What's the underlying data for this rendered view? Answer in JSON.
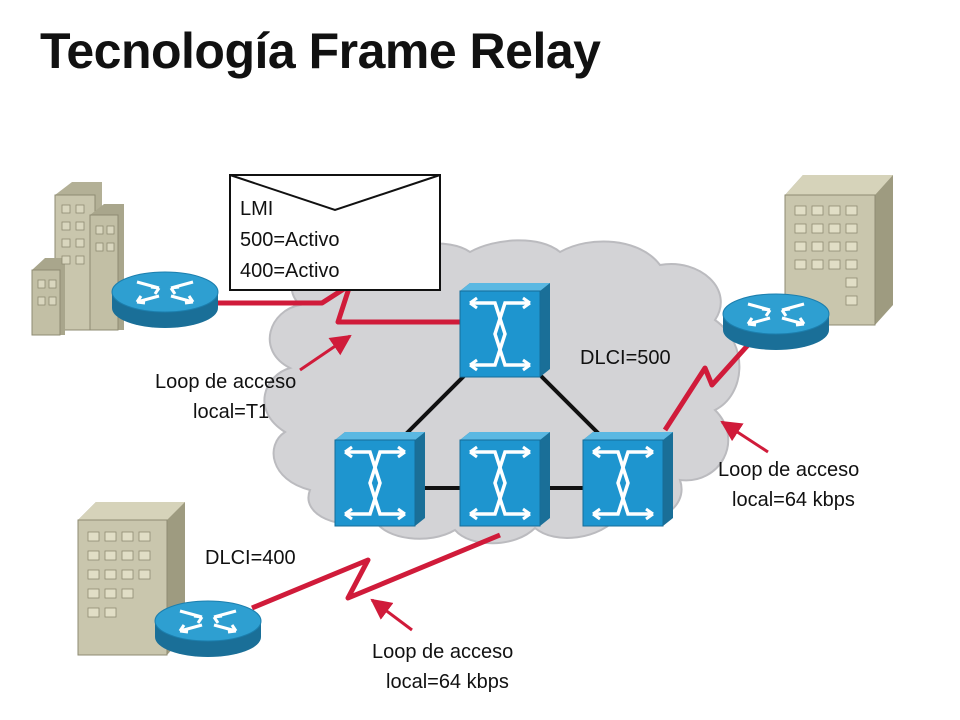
{
  "title": "Tecnología Frame Relay",
  "lmi": {
    "header": "LMI",
    "status": [
      "500=Activo",
      "400=Activo"
    ]
  },
  "dlci": {
    "right": "DLCI=500",
    "bottom": "DLCI=400"
  },
  "access_loops": {
    "top_left": {
      "line1": "Loop de acceso",
      "line2": "local=T1"
    },
    "right": {
      "line1": "Loop de acceso",
      "line2": "local=64 kbps"
    },
    "bottom": {
      "line1": "Loop de acceso",
      "line2": "local=64 kbps"
    }
  },
  "colors": {
    "link": "#d01b3a",
    "router": "#2e9fd1",
    "switch": "#1e95cf",
    "cloud": "#d3d3d6",
    "building": "#c9c6ad"
  }
}
